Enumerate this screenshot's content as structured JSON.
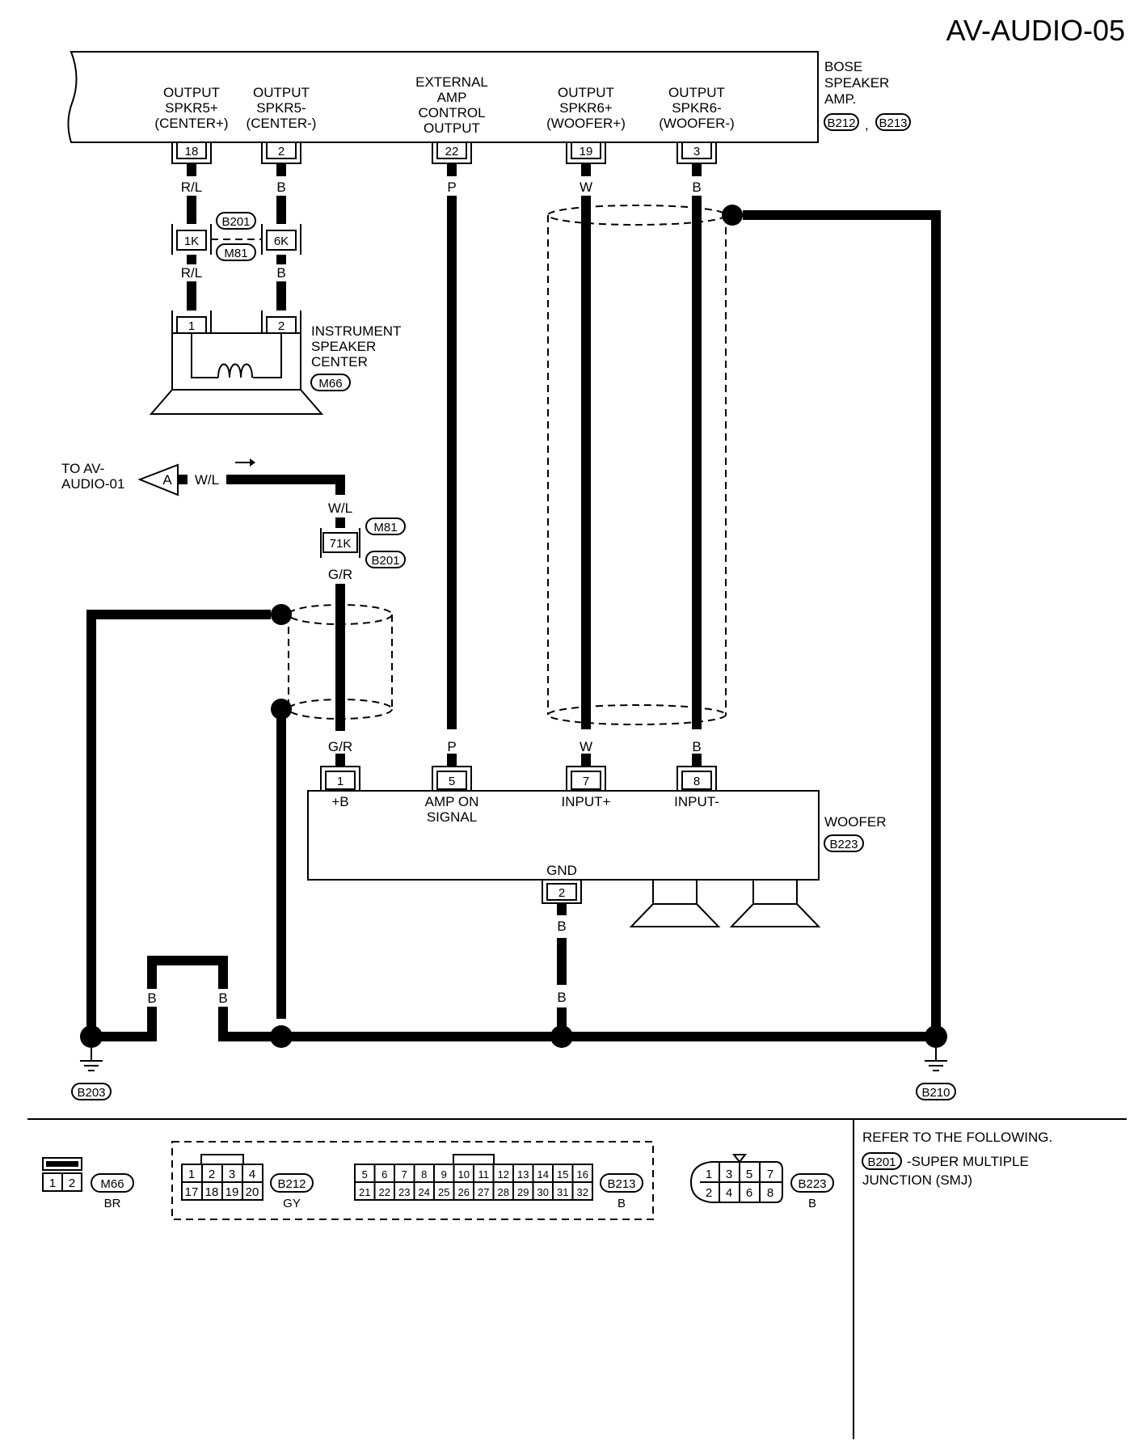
{
  "page_title": "AV-AUDIO-05",
  "bose_amp": {
    "name": [
      "BOSE",
      "SPEAKER",
      "AMP."
    ],
    "connectors": [
      "B212",
      "B213"
    ],
    "connector_separator": ",",
    "terminals": [
      {
        "pin": "18",
        "label": [
          "OUTPUT",
          "SPKR5+",
          "(CENTER+)"
        ],
        "wire": "R/L"
      },
      {
        "pin": "2",
        "label": [
          "OUTPUT",
          "SPKR5-",
          "(CENTER-)"
        ],
        "wire": "B"
      },
      {
        "pin": "22",
        "label": [
          "EXTERNAL",
          "AMP",
          "CONTROL",
          "OUTPUT"
        ],
        "wire": "P"
      },
      {
        "pin": "19",
        "label": [
          "OUTPUT",
          "SPKR6+",
          "(WOOFER+)"
        ],
        "wire": "W"
      },
      {
        "pin": "3",
        "label": [
          "OUTPUT",
          "SPKR6-",
          "(WOOFER-)"
        ],
        "wire": "B"
      }
    ]
  },
  "smj_upper": {
    "pin_left": "1K",
    "pin_right": "6K",
    "connectors": [
      "B201",
      "M81"
    ]
  },
  "instrument_speaker": {
    "name": [
      "INSTRUMENT",
      "SPEAKER",
      "CENTER"
    ],
    "connector": "M66",
    "terminals": [
      {
        "pin": "1",
        "wire": "R/L"
      },
      {
        "pin": "2",
        "wire": "B"
      }
    ]
  },
  "to_ref": {
    "text": [
      "TO AV-",
      "AUDIO-01"
    ],
    "letter": "A",
    "wire": "W/L"
  },
  "smj_lower": {
    "pin": "71K",
    "connectors": [
      "M81",
      "B201"
    ],
    "wire_in": "W/L",
    "wire_out": "G/R"
  },
  "woofer": {
    "name": "WOOFER",
    "connector": "B223",
    "terminals": [
      {
        "pin": "1",
        "label": [
          "+B"
        ],
        "wire": "G/R"
      },
      {
        "pin": "5",
        "label": [
          "AMP ON",
          "SIGNAL"
        ],
        "wire": "P"
      },
      {
        "pin": "7",
        "label": [
          "INPUT+"
        ],
        "wire": "W"
      },
      {
        "pin": "8",
        "label": [
          "INPUT-"
        ],
        "wire": "B"
      }
    ],
    "ground": {
      "label": "GND",
      "pin": "2",
      "wire": "B"
    }
  },
  "ground_wires": [
    "B",
    "B",
    "B"
  ],
  "grounds": [
    "B203",
    "B210"
  ],
  "connector_views": [
    {
      "id": "M66",
      "color": "BR",
      "rows": [
        [
          "1",
          "2"
        ]
      ]
    },
    {
      "id": "B212",
      "color": "GY",
      "rows": [
        [
          "1",
          "2",
          "3",
          "4"
        ],
        [
          "17",
          "18",
          "19",
          "20"
        ]
      ]
    },
    {
      "id": "B213",
      "color": "B",
      "rows": [
        [
          "5",
          "6",
          "7",
          "8",
          "9",
          "10",
          "11",
          "12",
          "13",
          "14",
          "15",
          "16"
        ],
        [
          "21",
          "22",
          "23",
          "24",
          "25",
          "26",
          "27",
          "28",
          "29",
          "30",
          "31",
          "32"
        ]
      ]
    },
    {
      "id": "B223",
      "color": "B",
      "rows": [
        [
          "1",
          "3",
          "5",
          "7"
        ],
        [
          "2",
          "4",
          "6",
          "8"
        ]
      ]
    }
  ],
  "reference": {
    "heading": "REFER TO THE FOLLOWING.",
    "connector": "B201",
    "lines": [
      "-SUPER MULTIPLE",
      "JUNCTION (SMJ)"
    ]
  }
}
